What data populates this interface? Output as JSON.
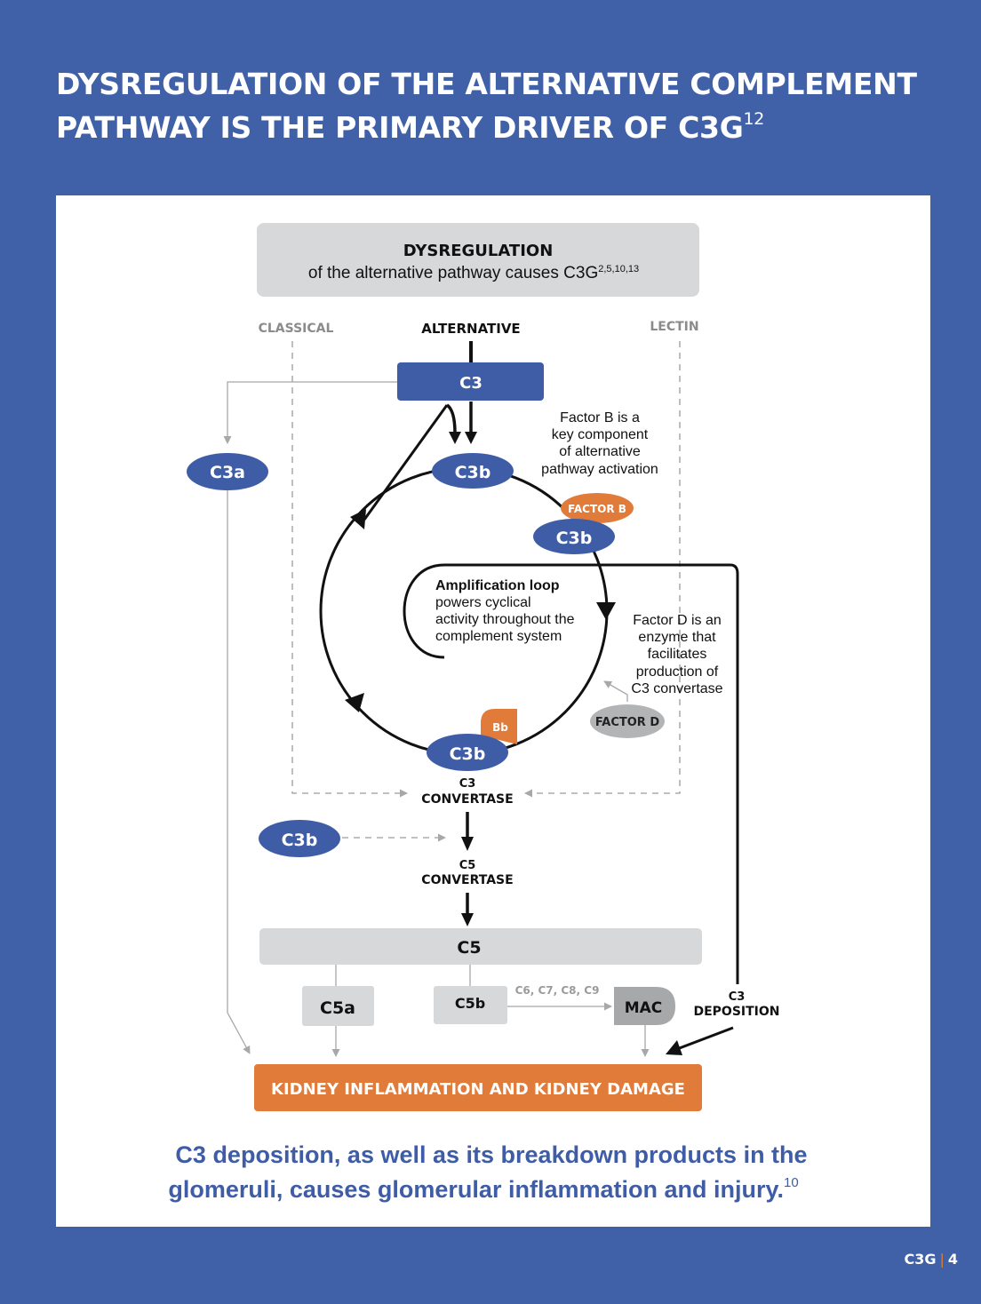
{
  "header": {
    "title_line1": "DYSREGULATION OF THE ALTERNATIVE COMPLEMENT",
    "title_line2": "PATHWAY IS THE PRIMARY DRIVER OF C3G",
    "title_ref": "12"
  },
  "top_box": {
    "title": "DYSREGULATION",
    "subtitle": "of the alternative pathway causes C3G",
    "ref": "2,5,10,13"
  },
  "pathways": {
    "classical": "CLASSICAL",
    "alternative": "ALTERNATIVE",
    "lectin": "LECTIN"
  },
  "nodes": {
    "c3": "C3",
    "c3a": "C3a",
    "c3b_top": "C3b",
    "c3b_factor_b": "C3b",
    "factor_b": "FACTOR B",
    "c3b_bb": "C3b",
    "bb": "Bb",
    "factor_d": "FACTOR D",
    "c3b_left": "C3b",
    "c5": "C5",
    "c5a": "C5a",
    "c5b": "C5b",
    "mac": "MAC",
    "outcome": "KIDNEY INFLAMMATION AND KIDNEY DAMAGE"
  },
  "labels": {
    "c3_convertase_1": "C3",
    "c3_convertase_2": "CONVERTASE",
    "c5_convertase_1": "C5",
    "c5_convertase_2": "CONVERTASE",
    "c6_c9": "C6, C7, C8, C9",
    "c3_deposition_1": "C3",
    "c3_deposition_2": "DEPOSITION"
  },
  "notes": {
    "factor_b_note": [
      "Factor B is a",
      "key component",
      "of alternative",
      "pathway activation"
    ],
    "amplification_title": "Amplification loop",
    "amplification_lines": [
      "powers cyclical",
      "activity throughout the",
      "complement system"
    ],
    "factor_d_note": [
      "Factor D is an",
      "enzyme that",
      "facilitates",
      "production of",
      "C3 convertase"
    ]
  },
  "caption": {
    "line1": "C3 deposition, as well as its breakdown products in the",
    "line2": "glomeruli, causes glomerular inflammation and injury.",
    "ref": "10"
  },
  "footer": {
    "brand": "C3G",
    "page": "4"
  },
  "colors": {
    "page_bg": "#4060a8",
    "node_blue": "#3f5da6",
    "orange": "#e07b3a",
    "box_gray": "#d7d8da",
    "factor_d_gray": "#b3b4b6",
    "mac_gray": "#a7a8aa",
    "caption_blue": "#3f5da6"
  }
}
